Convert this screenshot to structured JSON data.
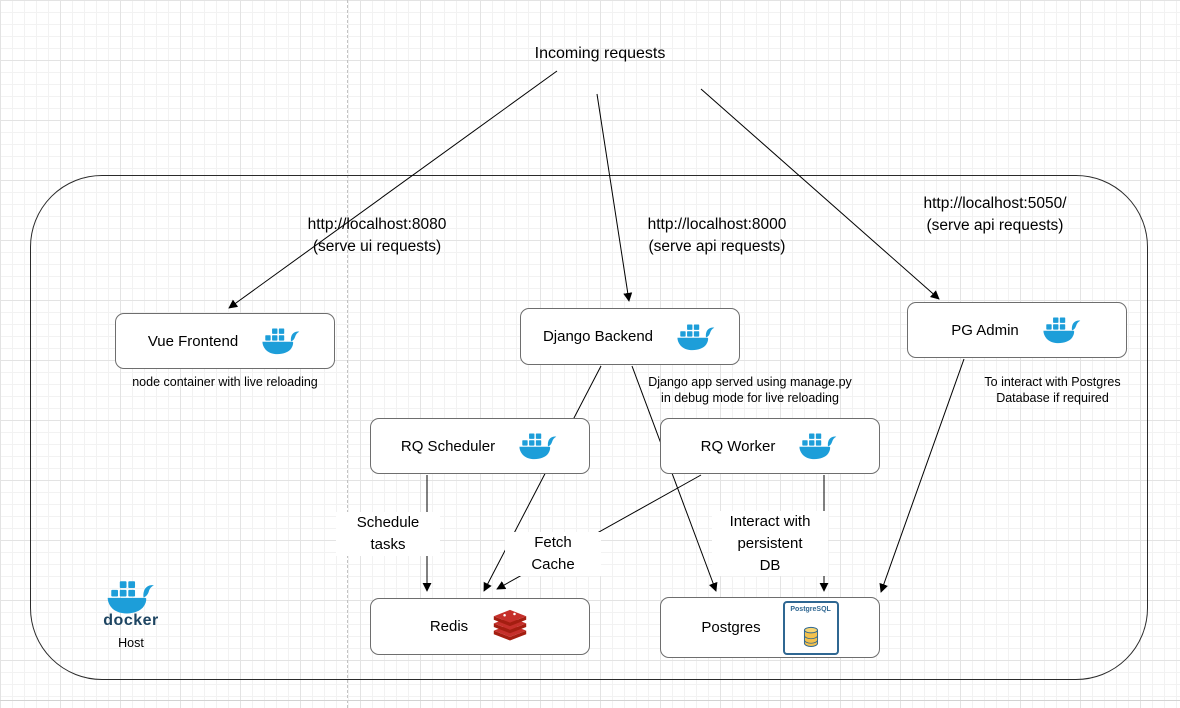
{
  "diagram": {
    "incoming_label": "Incoming requests",
    "host_brand": "docker",
    "host_label": "Host"
  },
  "endpoints": {
    "ui": {
      "text": "http://localhost:8080\n(serve ui requests)"
    },
    "api": {
      "text": "http://localhost:8000\n(serve api requests)"
    },
    "pgadmin": {
      "text": "http://localhost:5050/\n(serve api requests)"
    }
  },
  "nodes": {
    "vue": {
      "label": "Vue Frontend",
      "caption": "node container with live reloading"
    },
    "django": {
      "label": "Django Backend",
      "caption": "Django app served using manage.py\nin debug mode for live reloading"
    },
    "pgadmin": {
      "label": "PG Admin",
      "caption": "To interact with Postgres\nDatabase if required"
    },
    "rq_scheduler": {
      "label": "RQ Scheduler"
    },
    "rq_worker": {
      "label": "RQ Worker"
    },
    "redis": {
      "label": "Redis"
    },
    "postgres": {
      "label": "Postgres",
      "logo_text": "PostgreSQL"
    }
  },
  "edges": {
    "schedule_tasks": "Schedule\ntasks",
    "fetch_cache": "Fetch\nCache",
    "interact_db": "Interact with\npersistent\nDB"
  },
  "colors": {
    "docker_blue": "#1D9ED9",
    "docker_wordmark": "#1D4461",
    "redis_red": "#C6302B",
    "redis_dark": "#A41E11",
    "postgres_blue": "#2F6792",
    "postgres_gold": "#F2C14E"
  }
}
